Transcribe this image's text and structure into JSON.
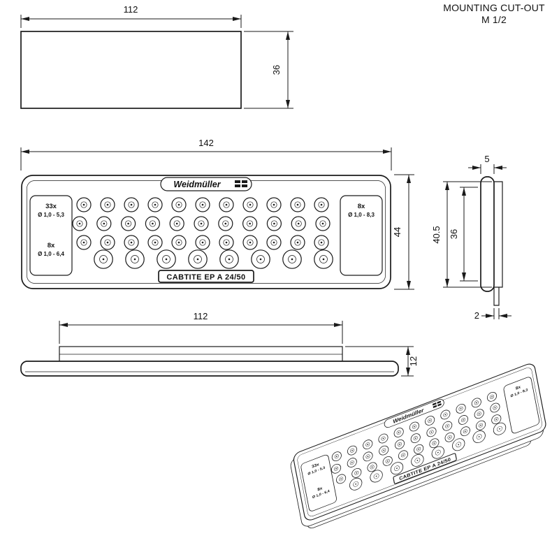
{
  "title": {
    "line1": "MOUNTING CUT-OUT",
    "line2": "M 1/2"
  },
  "views": {
    "cutout": {
      "width_label": "112",
      "height_label": "36"
    },
    "front": {
      "width_label": "142",
      "height_label": "44"
    },
    "side": {
      "depth_label": "5",
      "height_outer_label": "40.5",
      "height_inner_label": "36",
      "lip_label": "2"
    },
    "bottom": {
      "width_label": "112",
      "height_label": "12"
    }
  },
  "plate": {
    "brand": "Weidmüller",
    "model_label": "CABTITE  EP A 24/50",
    "left_box": {
      "top_count": "33x",
      "top_range": "Ø 1,0 - 5,3",
      "bottom_count": "8x",
      "bottom_range": "Ø 1,0 - 6,4"
    },
    "right_box": {
      "count": "8x",
      "range": "Ø 1,0 - 8,3"
    }
  },
  "colors": {
    "line": "#1a1a1a",
    "background": "#ffffff"
  }
}
